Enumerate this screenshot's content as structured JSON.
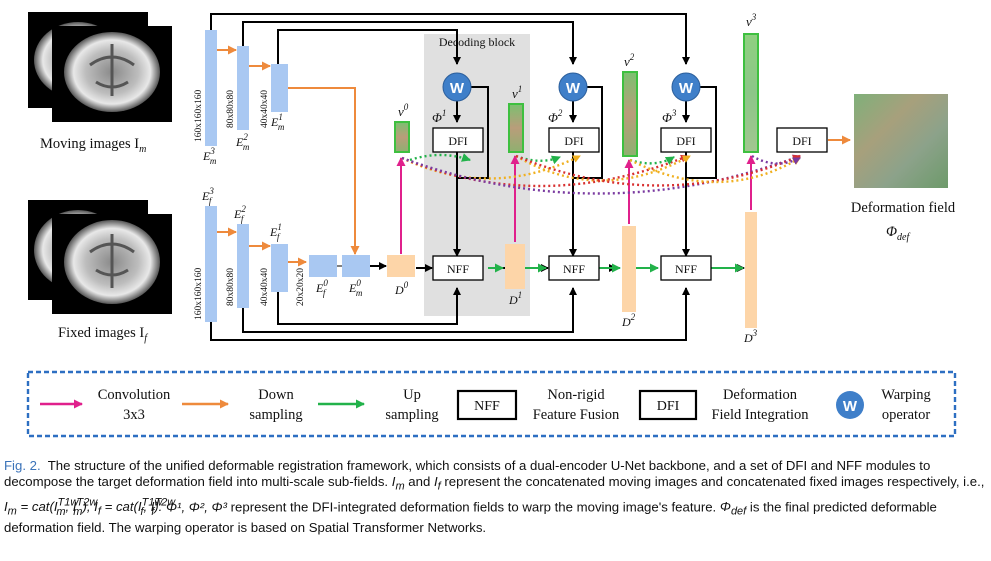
{
  "figure": {
    "decoding_block_label": "Decoding block",
    "moving_label": "Moving images I",
    "moving_sub": "m",
    "fixed_label": "Fixed images I",
    "fixed_sub": "f",
    "deformation_label": "Deformation field",
    "phi_def": "Φ",
    "phi_def_sub": "def",
    "sizes": {
      "s160": "160x160x160",
      "s80": "80x80x80",
      "s40": "40x40x40",
      "s20": "20x20x20"
    },
    "moving_encoders": [
      {
        "base": "E",
        "sub": "m",
        "sup": "3"
      },
      {
        "base": "E",
        "sub": "m",
        "sup": "2"
      },
      {
        "base": "E",
        "sub": "m",
        "sup": "1"
      }
    ],
    "fixed_encoders": [
      {
        "base": "E",
        "sub": "f",
        "sup": "3"
      },
      {
        "base": "E",
        "sub": "f",
        "sup": "2"
      },
      {
        "base": "E",
        "sub": "f",
        "sup": "1"
      },
      {
        "base": "E",
        "sub": "f",
        "sup": "0"
      },
      {
        "base": "E",
        "sub": "m",
        "sup": "0"
      }
    ],
    "decoders": [
      {
        "base": "D",
        "sup": "0"
      },
      {
        "base": "D",
        "sup": "1"
      },
      {
        "base": "D",
        "sup": "2"
      },
      {
        "base": "D",
        "sup": "3"
      }
    ],
    "vfields": [
      {
        "base": "v",
        "sup": "0"
      },
      {
        "base": "v",
        "sup": "1"
      },
      {
        "base": "v",
        "sup": "2"
      },
      {
        "base": "v",
        "sup": "3"
      }
    ],
    "phis": [
      {
        "base": "Φ",
        "sup": "1"
      },
      {
        "base": "Φ",
        "sup": "2"
      },
      {
        "base": "Φ",
        "sup": "3"
      }
    ],
    "nff_label": "NFF",
    "dfi_label": "DFI",
    "w_label": "W"
  },
  "legend": {
    "conv_line1": "Convolution",
    "conv_line2": "3x3",
    "down_line1": "Down",
    "down_line2": "sampling",
    "up_line1": "Up",
    "up_line2": "sampling",
    "nff_box": "NFF",
    "nff_line1": "Non-rigid",
    "nff_line2": "Feature Fusion",
    "dfi_box": "DFI",
    "dfi_line1": "Deformation",
    "dfi_line2": "Field Integration",
    "w_circle": "W",
    "w_line1": "Warping",
    "w_line2": "operator"
  },
  "colors": {
    "conv": "#e0208c",
    "down": "#ee8a3c",
    "up": "#22b24a",
    "dotted_orange": "#f0b020",
    "dotted_red": "#d83030",
    "dotted_purple": "#7a3aa0",
    "encoder_blue": "#a9c8f2",
    "decoder_peach": "#fdd5a8",
    "warp_circle": "#3f7fc9",
    "legend_border": "#2d6fc2",
    "caption_label": "#3b73b9"
  },
  "caption": {
    "label": "Fig. 2.",
    "s1": "The structure of the unified deformable registration framework, which consists of a dual-encoder U-Net backbone, and a set of DFI and NFF modules to decompose the target deformation field into multi-scale sub-fields.",
    "s2a": "I",
    "s2a_sub": "m",
    "s2b": "and",
    "s2c": "I",
    "s2c_sub": "f",
    "s2d": "represent the concatenated moving images and concatenated fixed images respectively, i.e.,",
    "eq1": "I",
    "eq1_sub": "m",
    "eq1_rest": "= cat(I",
    "eq1_t1": "T1w",
    "eq1_t1_sub": "m",
    "eq1_mid": ", I",
    "eq1_t2": "T2w",
    "eq1_t2_sub": "m",
    "eq1_end": "),",
    "eq2": "I",
    "eq2_sub": "f",
    "eq2_rest": "= cat(I",
    "eq2_t1": "T1w",
    "eq2_t1_sub": "f",
    "eq2_mid": ", I",
    "eq2_t2": "T2w",
    "eq2_t2_sub": "f",
    "eq2_end": ").",
    "phis_text": "Φ¹, Φ², Φ³",
    "s3": "represent the DFI-integrated deformation fields to warp the moving image's feature.",
    "phidef": "Φ",
    "phidef_sub": "def",
    "s4": "is the final predicted deformable deformation field. The warping operator is based on Spatial Transformer Networks."
  }
}
